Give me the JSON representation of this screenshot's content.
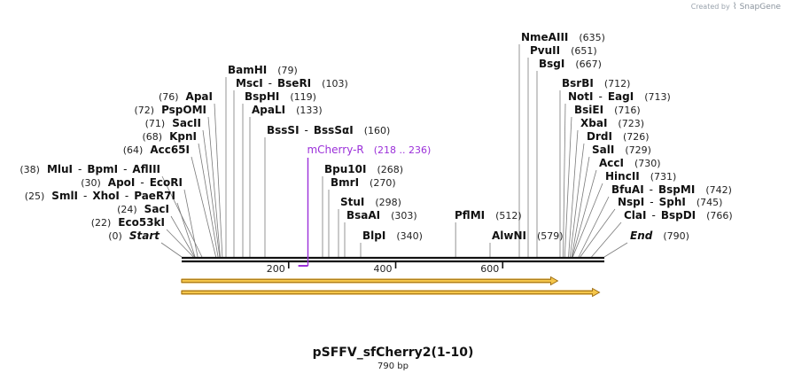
{
  "credit": {
    "prefix": "Created by",
    "brand": "SnapGene"
  },
  "title": "pSFFV_sfCherry2(1-10)",
  "length_label": "790 bp",
  "sequence_length": 790,
  "colors": {
    "primer": "#9b30d9",
    "feature_fill": "#f5c64a",
    "feature_edge": "#9a6a10",
    "leader": "#7a7a7a"
  },
  "axis_ticks": [
    {
      "pos": 200,
      "label": "200"
    },
    {
      "pos": 400,
      "label": "400"
    },
    {
      "pos": 600,
      "label": "600"
    }
  ],
  "sites": [
    {
      "name": "NmeAIII",
      "pos": 635
    },
    {
      "name": "PvuII",
      "pos": 651
    },
    {
      "name": "BsgI",
      "pos": 667
    },
    {
      "name": "BamHI",
      "pos": 79
    },
    {
      "name": "BsrBI",
      "pos": 712
    },
    {
      "name": "MscI",
      "name2": "BseRI",
      "pos": 103
    },
    {
      "name": "ApaI",
      "pos": 76
    },
    {
      "name": "NotI",
      "name2": "EagI",
      "pos": 713
    },
    {
      "name": "BspHI",
      "pos": 119
    },
    {
      "name": "PspOMI",
      "pos": 72
    },
    {
      "name": "ApaLI",
      "pos": 133
    },
    {
      "name": "BsiEI",
      "pos": 716
    },
    {
      "name": "SacII",
      "pos": 71
    },
    {
      "name": "XbaI",
      "pos": 723
    },
    {
      "name": "BssSI",
      "name2": "BssSαI",
      "pos": 160
    },
    {
      "name": "KpnI",
      "pos": 68
    },
    {
      "name": "DrdI",
      "pos": 726
    },
    {
      "name": "Acc65I",
      "pos": 64
    },
    {
      "name": "SalI",
      "pos": 729
    },
    {
      "name": "AccI",
      "pos": 730
    },
    {
      "name": "MluI",
      "name2": "BpmI",
      "name3": "AflIII",
      "pos": 38
    },
    {
      "name": "Bpu10I",
      "pos": 268
    },
    {
      "name": "HincII",
      "pos": 731
    },
    {
      "name": "ApoI",
      "name2": "EcoRI",
      "pos": 30
    },
    {
      "name": "BmrI",
      "pos": 270
    },
    {
      "name": "BfuAI",
      "name2": "BspMI",
      "pos": 742
    },
    {
      "name": "SmlI",
      "name2": "XhoI",
      "name3": "PaeR7I",
      "pos": 25
    },
    {
      "name": "StuI",
      "pos": 298
    },
    {
      "name": "NspI",
      "name2": "SphI",
      "pos": 745
    },
    {
      "name": "SacI",
      "pos": 24
    },
    {
      "name": "BsaAI",
      "pos": 303
    },
    {
      "name": "PflMI",
      "pos": 512
    },
    {
      "name": "ClaI",
      "name2": "BspDI",
      "pos": 766
    },
    {
      "name": "Eco53kI",
      "pos": 22
    },
    {
      "name": "Start",
      "pos": 0
    },
    {
      "name": "BlpI",
      "pos": 340
    },
    {
      "name": "AlwNI",
      "pos": 579
    },
    {
      "name": "End",
      "pos": 790
    }
  ],
  "primer": {
    "name": "mCherry-R",
    "range": "(218 .. 236)",
    "start": 218,
    "end": 236
  },
  "features": [
    {
      "start": 0,
      "end": 703
    },
    {
      "start": 0,
      "end": 781
    }
  ]
}
